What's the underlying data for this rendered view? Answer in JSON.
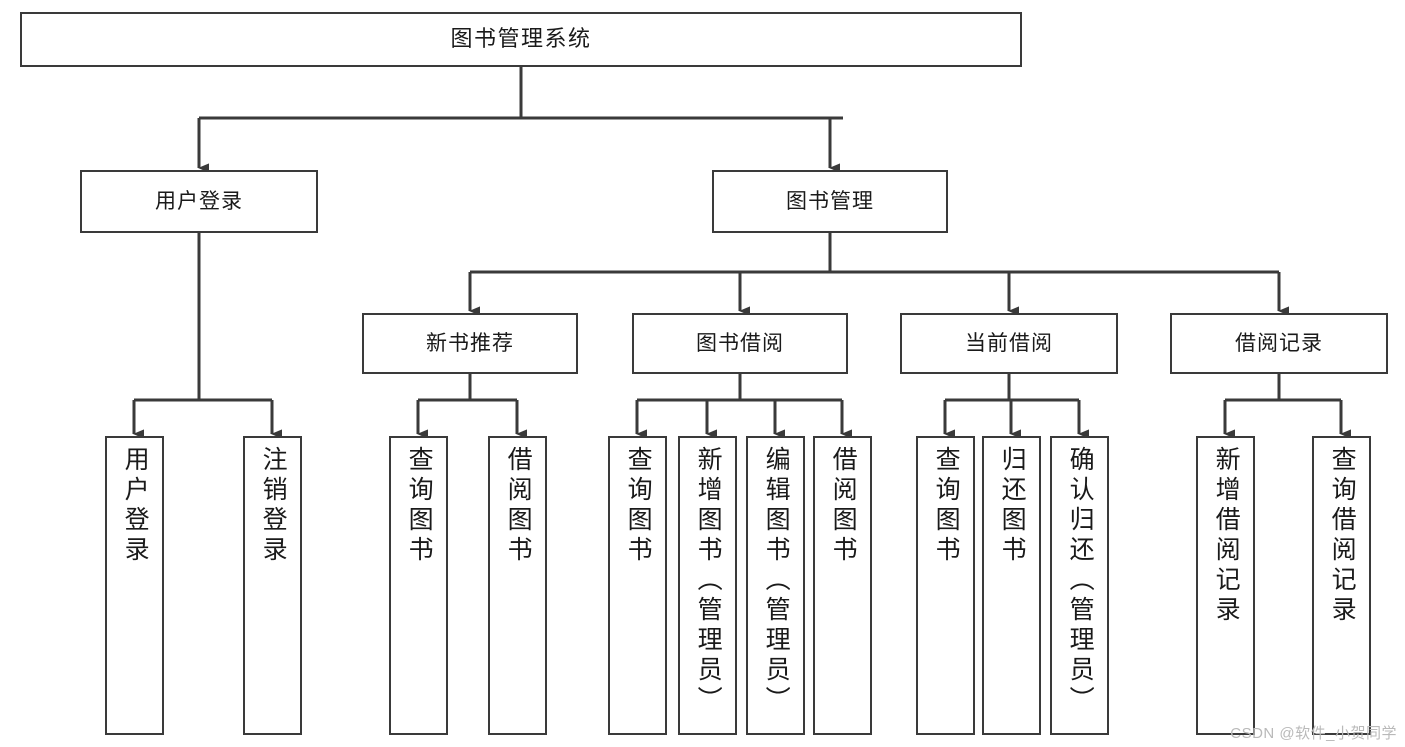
{
  "diagram": {
    "type": "tree",
    "title": "图书管理系统",
    "orientation": "top-down",
    "edge_style": "orthogonal-arrow",
    "colors": {
      "background": "#ffffff",
      "box_fill": "#ffffff",
      "box_stroke": "#3a3a3a",
      "edge_stroke": "#3a3a3a",
      "text": "#1a1a1a",
      "watermark": "#b9b9b9"
    }
  },
  "root": {
    "label": "图书管理系统"
  },
  "level2": [
    {
      "label": "用户登录"
    },
    {
      "label": "图书管理"
    }
  ],
  "level3": [
    {
      "label": "新书推荐"
    },
    {
      "label": "图书借阅"
    },
    {
      "label": "当前借阅"
    },
    {
      "label": "借阅记录"
    }
  ],
  "leaves": {
    "user_login": [
      {
        "label": "用户登录"
      },
      {
        "label": "注销登录"
      }
    ],
    "new_book": [
      {
        "label": "查询图书"
      },
      {
        "label": "借阅图书"
      }
    ],
    "book_borrow": [
      {
        "label": "查询图书"
      },
      {
        "label": "新增图书（管理员）"
      },
      {
        "label": "编辑图书（管理员）"
      },
      {
        "label": "借阅图书"
      }
    ],
    "current_borrow": [
      {
        "label": "查询图书"
      },
      {
        "label": "归还图书"
      },
      {
        "label": "确认归还（管理员）"
      }
    ],
    "borrow_record": [
      {
        "label": "新增借阅记录"
      },
      {
        "label": "查询借阅记录"
      }
    ]
  },
  "watermark": {
    "text": "CSDN @软件_小贺同学"
  }
}
